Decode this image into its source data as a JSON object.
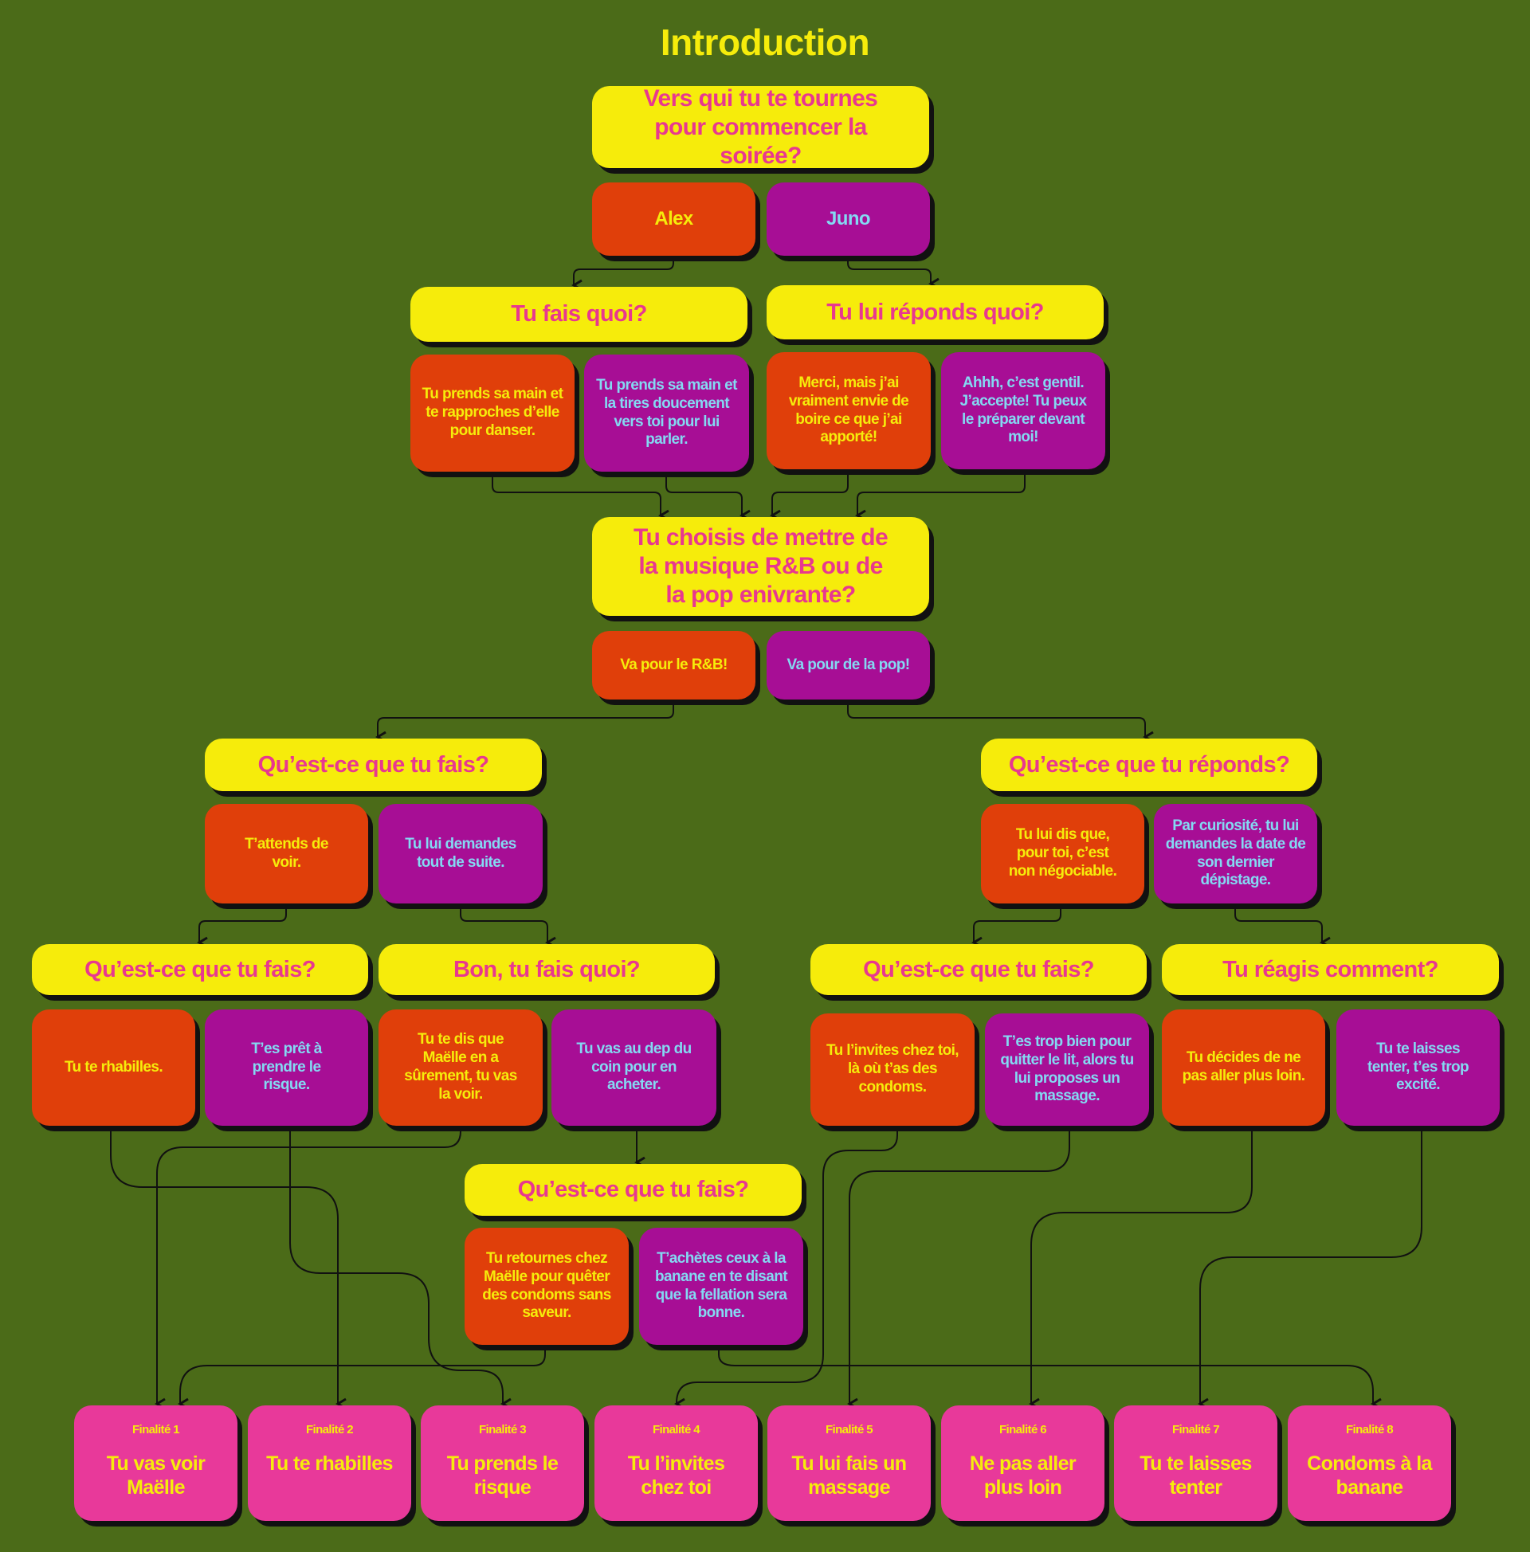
{
  "title": "Introduction",
  "q1": {
    "question": "Vers qui tu te tournes pour commencer la soirée?",
    "a": "Alex",
    "b": "Juno"
  },
  "q2l": {
    "question": "Tu fais quoi?",
    "a": "Tu prends sa main et te rapproches d’elle pour danser.",
    "b": "Tu prends sa main et la tires doucement vers toi pour lui parler."
  },
  "q2r": {
    "question": "Tu lui réponds quoi?",
    "a": "Merci, mais j’ai vraiment envie de boire ce que j’ai apporté!",
    "b": "Ahhh, c’est gentil. J’accepte! Tu peux le préparer devant moi!"
  },
  "q3": {
    "question": "Tu choisis de mettre de la musique R&B ou de la pop enivrante?",
    "a": "Va pour le R&B!",
    "b": "Va pour de la pop!"
  },
  "q4l": {
    "question": "Qu’est-ce que tu fais?",
    "a": "T’attends de voir.",
    "b": "Tu lui demandes tout de suite."
  },
  "q4r": {
    "question": "Qu’est-ce que tu réponds?",
    "a": "Tu lui dis que, pour toi, c’est non négociable.",
    "b": "Par curiosité, tu lui demandes la date de son dernier dépistage."
  },
  "q5a": {
    "question": "Qu’est-ce que tu fais?",
    "a": "Tu te rhabilles.",
    "b": "T’es prêt à prendre le risque."
  },
  "q5b": {
    "question": "Bon, tu fais quoi?",
    "a": "Tu te dis que Maëlle en a sûrement, tu vas la voir.",
    "b": "Tu vas au dep du coin pour en acheter."
  },
  "q5c": {
    "question": "Qu’est-ce que tu fais?",
    "a": "Tu l’invites chez toi, là où t’as des condoms.",
    "b": "T’es trop bien pour quitter le lit, alors tu lui proposes un massage."
  },
  "q5d": {
    "question": "Tu réagis comment?",
    "a": "Tu décides de ne pas aller plus loin.",
    "b": "Tu te laisses tenter, t’es trop excité."
  },
  "q6": {
    "question": "Qu’est-ce que tu fais?",
    "a": "Tu retournes chez Maëlle pour quêter des condoms sans saveur.",
    "b": "T’achètes ceux à la banane en te disant que la fellation sera bonne."
  },
  "endings": [
    {
      "label": "Finalité 1",
      "title": "Tu vas voir Maëlle"
    },
    {
      "label": "Finalité 2",
      "title": "Tu te rhabilles"
    },
    {
      "label": "Finalité 3",
      "title": "Tu prends le risque"
    },
    {
      "label": "Finalité 4",
      "title": "Tu l’invites chez toi"
    },
    {
      "label": "Finalité 5",
      "title": "Tu lui fais un massage"
    },
    {
      "label": "Finalité 6",
      "title": "Ne pas aller plus loin"
    },
    {
      "label": "Finalité 7",
      "title": "Tu te laisses tenter"
    },
    {
      "label": "Finalité 8",
      "title": "Condoms à la banane"
    }
  ],
  "colors": {
    "background": "#4b6b18",
    "question": "#f6ec0b",
    "option_a": "#e03f0a",
    "option_b": "#a70e95",
    "ending": "#e8399a"
  }
}
